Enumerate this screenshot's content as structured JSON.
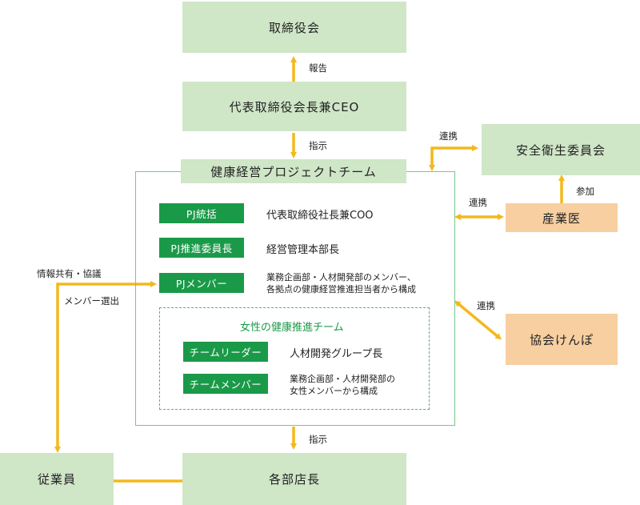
{
  "nodes": {
    "board": "取締役会",
    "ceo": "代表取締役会長兼CEO",
    "project": "健康経営プロジェクトチーム",
    "safety": "安全衛生委員会",
    "doctor": "産業医",
    "kenpo": "協会けんぽ",
    "employees": "従業員",
    "managers": "各部店長"
  },
  "roles": [
    {
      "tag": "PJ統括",
      "desc": "代表取締役社長兼COO"
    },
    {
      "tag": "PJ推進委員長",
      "desc": "経営管理本部長"
    },
    {
      "tag": "PJメンバー",
      "desc_line1": "業務企画部・人材開発部のメンバー、",
      "desc_line2": "各拠点の健康経営推進担当者から構成"
    }
  ],
  "women_team": {
    "title": "女性の健康推進チーム",
    "leader_tag": "チームリーダー",
    "leader_desc": "人材開発グループ長",
    "member_tag": "チームメンバー",
    "member_line1": "業務企画部・人材開発部の",
    "member_line2": "女性メンバーから構成"
  },
  "edge_labels": {
    "report": "報告",
    "instruct_top": "指示",
    "instruct_bottom": "指示",
    "link_safety": "連携",
    "link_doctor": "連携",
    "link_kenpo": "連携",
    "participate": "参加",
    "info_share": "情報共有・協議",
    "member_select": "メンバー選出"
  },
  "colors": {
    "arrow": "#f3b81c",
    "green_box": "#cfe6c7",
    "peach_box": "#f8cfa1",
    "tag": "#1a9a48",
    "frame": "#7cc48e"
  }
}
